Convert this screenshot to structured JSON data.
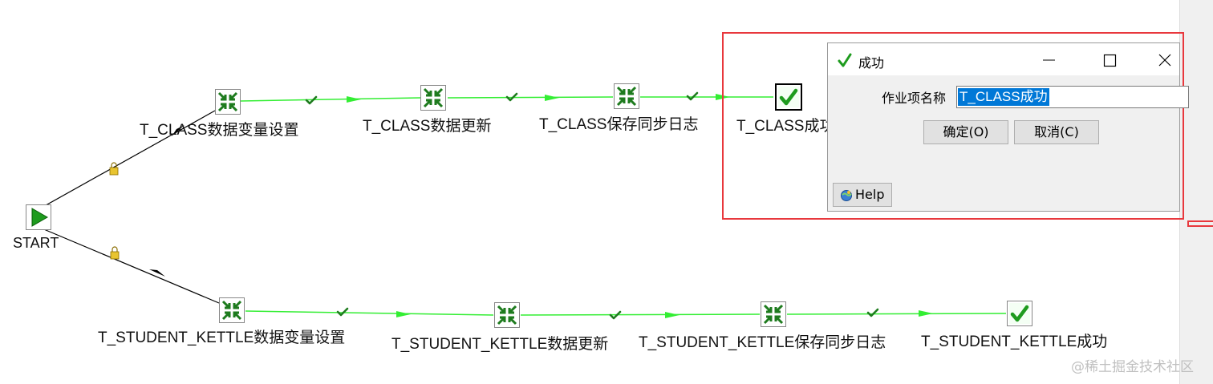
{
  "canvas": {
    "start_label": "START",
    "row1": {
      "step1": "T_CLASS数据变量设置",
      "step2": "T_CLASS数据更新",
      "step3": "T_CLASS保存同步日志",
      "success": "T_CLASS成功"
    },
    "row2": {
      "step1": "T_STUDENT_KETTLE数据变量设置",
      "step2": "T_STUDENT_KETTLE数据更新",
      "step3": "T_STUDENT_KETTLE保存同步日志",
      "success": "T_STUDENT_KETTLE成功"
    }
  },
  "dialog": {
    "title": "成功",
    "field_label": "作业项名称",
    "job_name": "T_CLASS成功",
    "ok_label": "确定(O)",
    "cancel_label": "取消(C)",
    "help_label": "Help"
  },
  "watermark": "@稀土掘金技术社区",
  "colors": {
    "hop_green": "#33ee33",
    "node_green": "#1e7b1e",
    "highlight_red": "#e8383d",
    "selection_blue": "#0078d7"
  }
}
